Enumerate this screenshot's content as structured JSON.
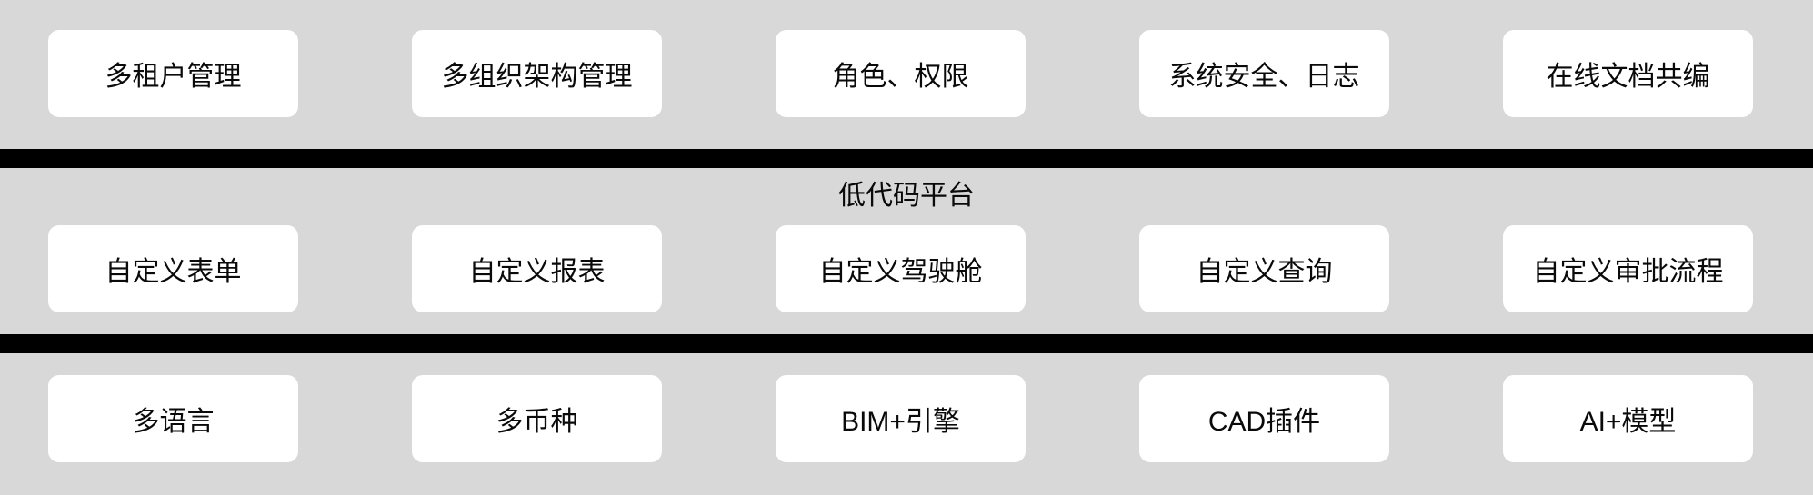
{
  "colors": {
    "background": "#d8d8d8",
    "card_background": "#ffffff",
    "divider": "#000000",
    "text": "#0a0a0a"
  },
  "sections": [
    {
      "name": "platform-management-features",
      "title": "",
      "items": [
        "多租户管理",
        "多组织架构管理",
        "角色、权限",
        "系统安全、日志",
        "在线文档共编"
      ]
    },
    {
      "name": "low-code-platform",
      "title": "低代码平台",
      "items": [
        "自定义表单",
        "自定义报表",
        "自定义驾驶舱",
        "自定义查询",
        "自定义审批流程"
      ]
    },
    {
      "name": "extension-capabilities",
      "title": "",
      "items": [
        "多语言",
        "多币种",
        "BIM+引擎",
        "CAD插件",
        "AI+模型"
      ]
    }
  ]
}
